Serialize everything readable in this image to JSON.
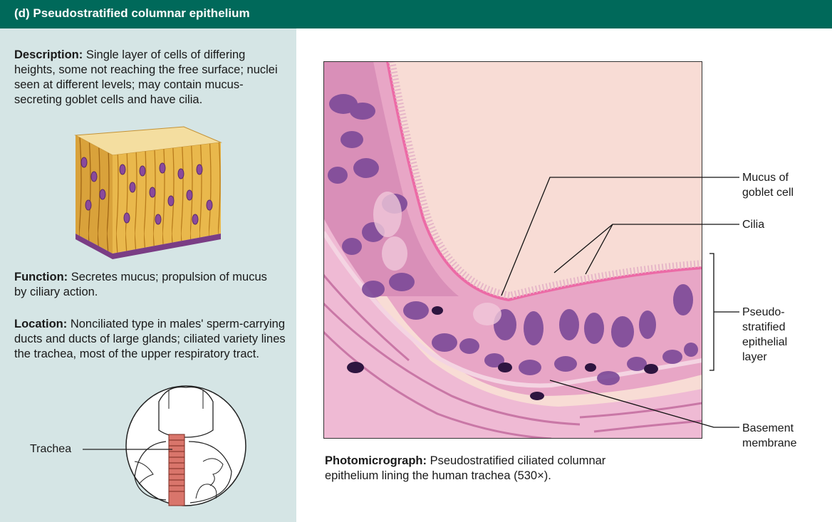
{
  "header": {
    "title": "(d) Pseudostratified columnar epithelium"
  },
  "description": {
    "label": "Description:",
    "text": "Single layer of cells of differing heights, some not reaching the free surface; nuclei seen at different levels; may contain mucus-secreting goblet cells and have cilia."
  },
  "function": {
    "label": "Function:",
    "text": "Secretes mucus; propulsion of mucus by ciliary action."
  },
  "location": {
    "label": "Location:",
    "text": "Nonciliated type in males' sperm-carrying ducts and ducts of large glands; ciliated variety lines the trachea, most of the upper respiratory tract."
  },
  "trachea_label": "Trachea",
  "photo_labels": {
    "mucus_line1": "Mucus of",
    "mucus_line2": "goblet cell",
    "cilia": "Cilia",
    "layer_line1": "Pseudo-",
    "layer_line2": "stratified",
    "layer_line3": "epithelial",
    "layer_line4": "layer",
    "basement_line1": "Basement",
    "basement_line2": "membrane"
  },
  "caption": {
    "label": "Photomicrograph:",
    "text": "Pseudostratified ciliated columnar epithelium lining the human trachea (530×)."
  },
  "colors": {
    "header": "#00695a",
    "panel": "#d5e5e5",
    "tissue": "#e8a6c6",
    "nuclei": "#6b3a86",
    "lumen": "#f8dcd5"
  }
}
